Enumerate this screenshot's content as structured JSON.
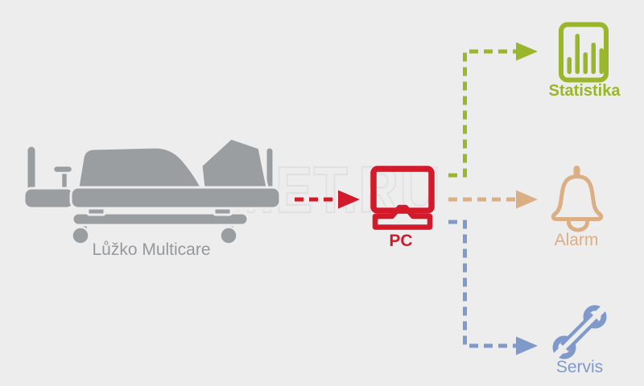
{
  "watermark": {
    "text": "MET.RU"
  },
  "colors": {
    "background": "#ededee",
    "bed_gray": "#9b9ea1",
    "bed_label_gray": "#96989b",
    "pc_red": "#d31a2b",
    "statistika_green": "#9ab72b",
    "alarm_tan": "#dcae83",
    "servis_blue": "#7f99cb",
    "watermark_stroke": "#e0e0e1"
  },
  "bed": {
    "label": "Lůžko Multicare",
    "icon": "hospital-bed-icon"
  },
  "pc": {
    "label": "PC",
    "icon": "computer-monitor-icon"
  },
  "nodes": [
    {
      "id": "statistika",
      "label": "Statistika",
      "icon": "bar-chart-icon",
      "color": "#9ab72b"
    },
    {
      "id": "alarm",
      "label": "Alarm",
      "icon": "bell-icon",
      "color": "#dcae83"
    },
    {
      "id": "servis",
      "label": "Servis",
      "icon": "wrench-icon",
      "color": "#7f99cb"
    }
  ],
  "connections": [
    {
      "from": "bed",
      "to": "pc",
      "style": "dashed-arrow",
      "color": "#d31a2b"
    },
    {
      "from": "pc",
      "to": "statistika",
      "style": "dashed-elbow-arrow",
      "color": "#9ab72b"
    },
    {
      "from": "pc",
      "to": "alarm",
      "style": "dashed-arrow",
      "color": "#dcae83"
    },
    {
      "from": "pc",
      "to": "servis",
      "style": "dashed-elbow-arrow",
      "color": "#7f99cb"
    }
  ]
}
